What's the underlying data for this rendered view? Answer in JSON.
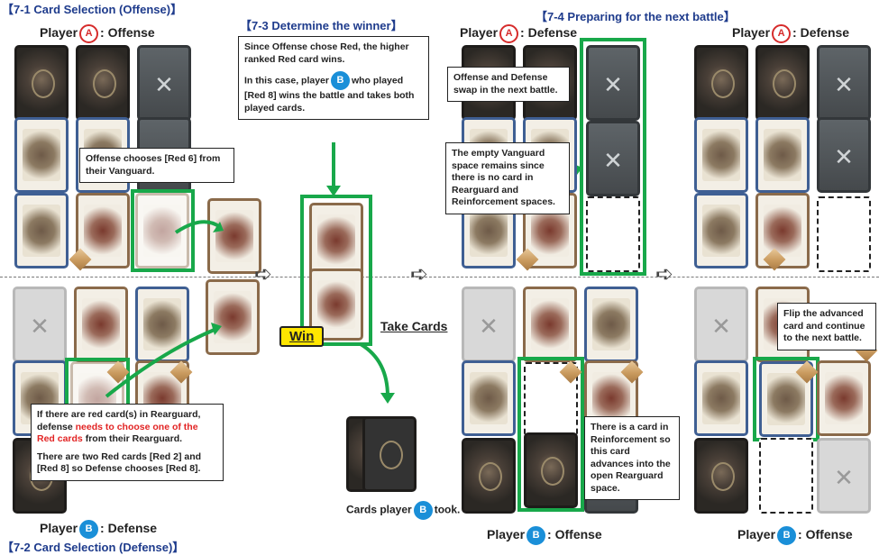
{
  "headings": {
    "s71": "【7-1 Card Selection (Offense)】",
    "s72": "【7-2 Card Selection (Defense)】",
    "s73": "【7-3 Determine the winner】",
    "s74": "【7-4 Preparing for the next battle】"
  },
  "players": {
    "a_offense": {
      "prefix": "Player",
      "badge": "A",
      "suffix": ": Offense"
    },
    "b_defense": {
      "prefix": "Player",
      "badge": "B",
      "suffix": ": Defense"
    },
    "a_defense1": {
      "prefix": "Player",
      "badge": "A",
      "suffix": ": Defense"
    },
    "a_defense2": {
      "prefix": "Player",
      "badge": "A",
      "suffix": ": Defense"
    },
    "b_offense1": {
      "prefix": "Player",
      "badge": "B",
      "suffix": ": Offense"
    },
    "b_offense2": {
      "prefix": "Player",
      "badge": "B",
      "suffix": ": Offense"
    }
  },
  "notes": {
    "offense_choose": "Offense chooses [Red 6] from their Vanguard.",
    "defense_p1": "If there are red card(s) in Rearguard, defense",
    "defense_highlight": "needs to choose one of the Red cards",
    "defense_p1_end": "from their Rearguard.",
    "defense_p2": "There are two Red cards [Red 2] and [Red 8] so Defense chooses [Red 8].",
    "winner_p1": "Since Offense chose Red, the higher ranked Red card wins.",
    "winner_p2_a": "In this case, player",
    "winner_p2_badge": "B",
    "winner_p2_b": "who played [Red 8] wins the battle and takes both played cards.",
    "swap": "Offense and Defense swap in the next battle.",
    "empty_vanguard": "The empty Vanguard space remains since there is no card in Rearguard and Reinforcement spaces.",
    "reinforcement": "There is a card in Reinforcement so this card advances into the open Rearguard space.",
    "flip": "Flip the advanced card and continue to the next battle."
  },
  "labels": {
    "win": "Win",
    "take_cards": "Take Cards",
    "cards_took_a": "Cards player",
    "cards_took_badge": "B",
    "cards_took_b": "took."
  },
  "colors": {
    "heading": "#1e3b8c",
    "highlight_box": "#18a84a",
    "emphasis_red": "#e22424",
    "win_background": "#ffe600",
    "badge_a": "#d62b2b",
    "badge_b": "#1a8fd8"
  }
}
